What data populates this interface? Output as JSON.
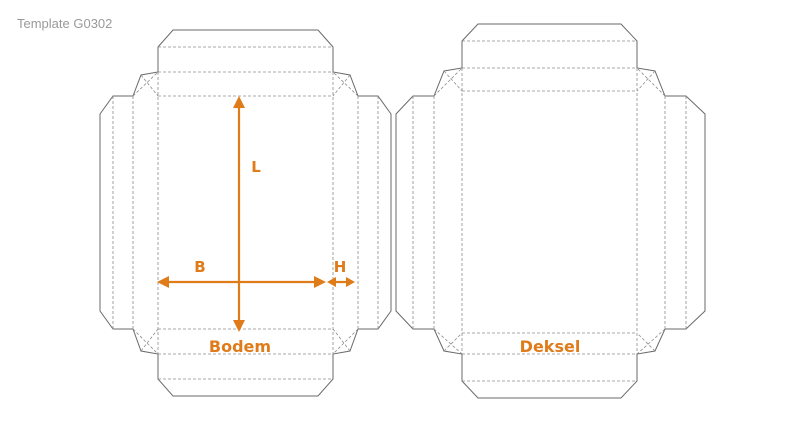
{
  "template_label": "Template G0302",
  "labels": {
    "length": "L",
    "width": "B",
    "height": "H",
    "bottom": "Bodem",
    "lid": "Deksel"
  },
  "colors": {
    "accent": "#e07b19",
    "cut_line": "#6a6a6a",
    "fold_line": "#8c8c8c",
    "label_grey": "#9a9a9a"
  }
}
